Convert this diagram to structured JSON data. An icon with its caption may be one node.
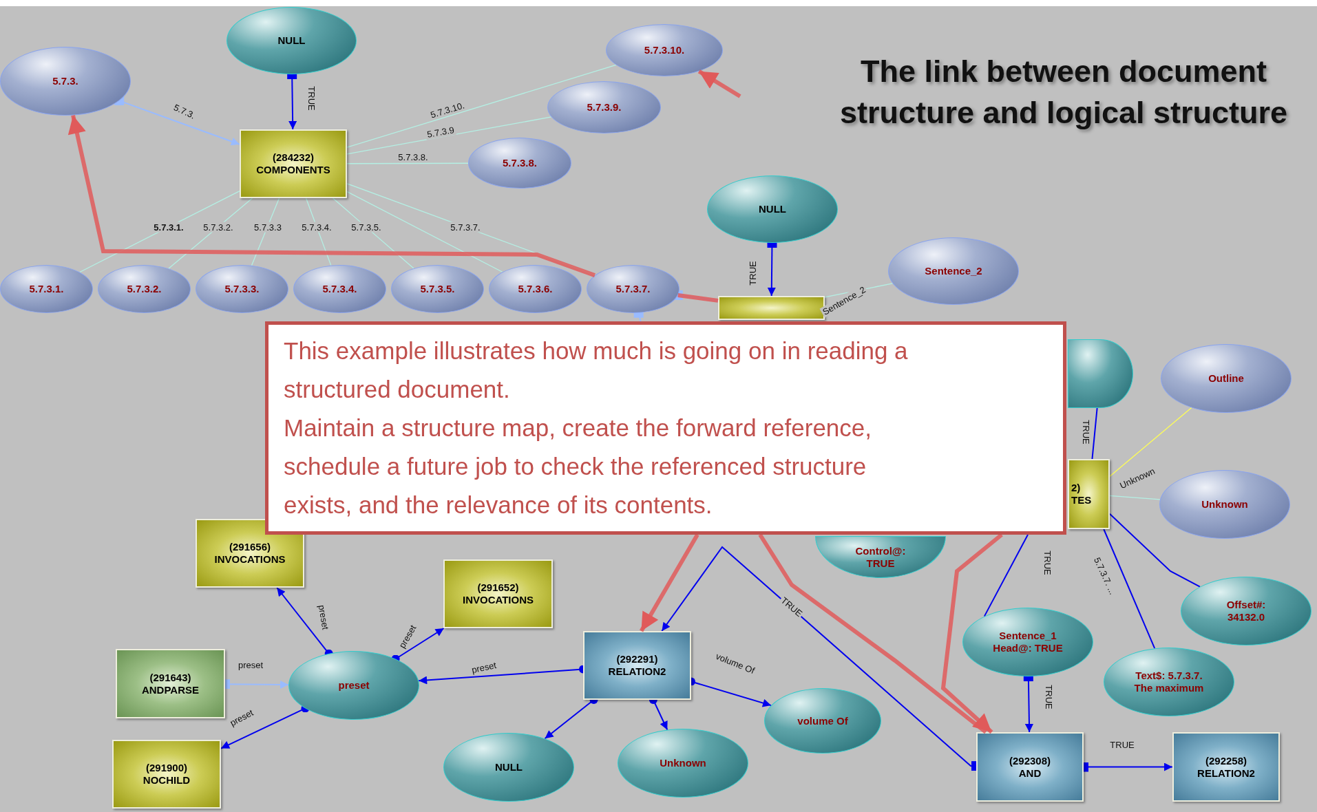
{
  "diagram": {
    "title": "The link between document structure and logical structure",
    "nodes": [
      {
        "text": [
          "NULL"
        ]
      },
      {
        "text": [
          "5.7.3."
        ]
      },
      {
        "text": [
          "(284232)",
          "COMPONENTS"
        ]
      },
      {
        "text": [
          "5.7.3.10."
        ]
      },
      {
        "text": [
          "5.7.3.9."
        ]
      },
      {
        "text": [
          "5.7.3.8."
        ]
      },
      {
        "text": [
          "5.7.3.1."
        ]
      },
      {
        "text": [
          "5.7.3.2."
        ]
      },
      {
        "text": [
          "5.7.3.3."
        ]
      },
      {
        "text": [
          "5.7.3.4."
        ]
      },
      {
        "text": [
          "5.7.3.5."
        ]
      },
      {
        "text": [
          "5.7.3.6."
        ]
      },
      {
        "text": [
          "5.7.3.7."
        ]
      },
      {
        "text": [
          "NULL"
        ]
      },
      {
        "text": [
          "Sentence_2"
        ]
      },
      {
        "text": [],
        "shape": "box"
      },
      {
        "text": [],
        "shape": "ellipse"
      },
      {
        "text": [
          "Outline"
        ]
      },
      {
        "text": [
          "2)",
          "TES"
        ]
      },
      {
        "text": [
          "Unknown"
        ]
      },
      {
        "text": [
          "Control@: TRUE"
        ]
      },
      {
        "text": [
          "Offset#: 34132.0"
        ]
      },
      {
        "text": [
          "Sentence_1",
          "Head@: TRUE"
        ]
      },
      {
        "text": [
          "Text$: 5.7.3.7. The maximum"
        ]
      },
      {
        "text": [
          "(291656)",
          "INVOCATIONS"
        ]
      },
      {
        "text": [
          "(291652)",
          "INVOCATIONS"
        ]
      },
      {
        "text": [
          "(291643)",
          "ANDPARSE"
        ]
      },
      {
        "text": [
          "preset"
        ]
      },
      {
        "text": [
          "(292291)",
          "RELATION2"
        ]
      },
      {
        "text": [
          "volume Of"
        ]
      },
      {
        "text": [
          "(291900)",
          "NOCHILD"
        ]
      },
      {
        "text": [
          "NULL"
        ]
      },
      {
        "text": [
          "Unknown"
        ]
      },
      {
        "text": [
          "(292308)",
          "AND"
        ]
      },
      {
        "text": [
          "(292258)",
          "RELATION2"
        ]
      },
      {
        "text": [
          "This example illustrates how much is going on in reading a structured document.",
          "Maintain a structure map, create the forward reference, schedule a future job to check the referenced structure exists, and the relevance of its contents."
        ]
      }
    ],
    "edges": [
      {
        "from": 0,
        "to": 2,
        "arrow": "to",
        "label": "TRUE"
      },
      {
        "from": 1,
        "to": 2,
        "arrow": "to",
        "label": "5.7.3.",
        "color": "#99bbff"
      },
      {
        "from": 2,
        "to": 6,
        "arrow": "none",
        "label": "5.7.3.1.",
        "color": "#b4f0e4"
      },
      {
        "from": 2,
        "to": 7,
        "arrow": "none",
        "label": "5.7.3.2.",
        "color": "#b4f0e4"
      },
      {
        "from": 2,
        "to": 8,
        "arrow": "none",
        "label": "5.7.3.3",
        "color": "#b4f0e4"
      },
      {
        "from": 2,
        "to": 9,
        "arrow": "none",
        "label": "5.7.3.4.",
        "color": "#b4f0e4"
      },
      {
        "from": 2,
        "to": 10,
        "arrow": "none",
        "label": "5.7.3.5.",
        "color": "#b4f0e4"
      },
      {
        "from": 2,
        "to": 11,
        "arrow": "none",
        "color": "#b4f0e4"
      },
      {
        "from": 2,
        "to": 12,
        "arrow": "none",
        "label": "5.7.3.7.",
        "color": "#b4f0e4"
      },
      {
        "from": 2,
        "to": 5,
        "arrow": "none",
        "label": "5.7.3.8.",
        "color": "#b4f0e4"
      },
      {
        "from": 2,
        "to": 4,
        "arrow": "none",
        "label": "5.7.3.9",
        "color": "#b4f0e4"
      },
      {
        "from": 2,
        "to": 3,
        "arrow": "none",
        "label": "5.7.3.10.",
        "color": "#b4f0e4"
      },
      {
        "from": 12,
        "to": 35,
        "arrow": "other",
        "color": "#99bbff"
      },
      {
        "from": 12,
        "to": 15,
        "arrow": "other",
        "color": "#99bbff"
      },
      {
        "from": 13,
        "to": 15,
        "arrow": "to",
        "label": "TRUE"
      },
      {
        "from": 15,
        "to": 14,
        "arrow": "none",
        "label": "Sentence_2",
        "color": "#b4f0e4"
      },
      {
        "from": 16,
        "to": 18,
        "arrow": "none",
        "label": "TRUE"
      },
      {
        "from": 18,
        "to": 17,
        "arrow": "none",
        "color": "#ffff55"
      },
      {
        "from": 18,
        "to": 19,
        "arrow": "none",
        "label": "Unknown",
        "color": "#b4f0e4"
      },
      {
        "from": 35,
        "to": 22,
        "arrow": "none",
        "label": "TRUE"
      },
      {
        "from": 18,
        "to": 23,
        "arrow": "none",
        "label": "5.7.3.7. ..."
      },
      {
        "from": 18,
        "to": 21,
        "arrow": "none"
      },
      {
        "from": 22,
        "to": 33,
        "arrow": "to",
        "label": "TRUE"
      },
      {
        "from": 33,
        "to": 34,
        "arrow": "to",
        "label": "TRUE"
      },
      {
        "from": 33,
        "to": 28,
        "arrow": "to",
        "label": "TRUE"
      },
      {
        "from": 28,
        "to": 27,
        "arrow": "to",
        "label": "preset"
      },
      {
        "from": 28,
        "to": 29,
        "arrow": "to",
        "label": "volume Of"
      },
      {
        "from": 28,
        "to": 31,
        "arrow": "to"
      },
      {
        "from": 28,
        "to": 32,
        "arrow": "to"
      },
      {
        "from": 27,
        "to": 24,
        "arrow": "to",
        "label": "preset"
      },
      {
        "from": 27,
        "to": 25,
        "arrow": "to",
        "label": "preset"
      },
      {
        "from": 27,
        "to": 30,
        "arrow": "to",
        "label": "preset"
      },
      {
        "from": 26,
        "to": 27,
        "arrow": "to",
        "label": "preset",
        "color": "#99bbff"
      },
      {
        "from": 12,
        "to": 1,
        "arrow": "to",
        "style": "thick",
        "color": "#e05a5a"
      },
      {
        "from": 12,
        "to": 15,
        "arrow": "none",
        "style": "thick",
        "color": "#e05a5a"
      },
      {
        "from": null,
        "to": 3,
        "arrow": "to",
        "style": "thick",
        "color": "#e05a5a"
      },
      {
        "from": 35,
        "to": 28,
        "arrow": "to",
        "style": "thick",
        "color": "#e05a5a"
      },
      {
        "from": 35,
        "to": 33,
        "arrow": "none",
        "style": "thick",
        "color": "#e05a5a"
      },
      {
        "from": 35,
        "to": 33,
        "arrow": "to",
        "style": "thick",
        "color": "#e05a5a"
      }
    ]
  }
}
